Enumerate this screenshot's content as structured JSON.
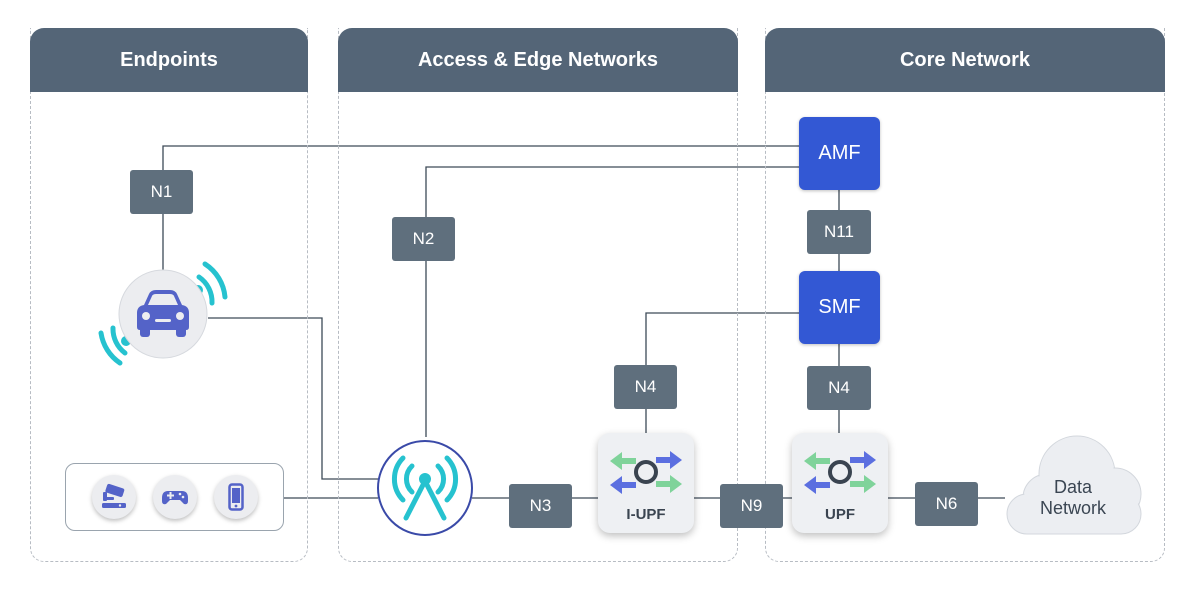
{
  "panels": {
    "endpoints": "Endpoints",
    "access_edge": "Access & Edge Networks",
    "core": "Core Network"
  },
  "interfaces": {
    "n1": "N1",
    "n2": "N2",
    "n3": "N3",
    "n4_edge": "N4",
    "n4_core": "N4",
    "n6": "N6",
    "n9": "N9",
    "n11": "N11"
  },
  "functions": {
    "amf": "AMF",
    "smf": "SMF",
    "iupf": "I-UPF",
    "upf": "UPF"
  },
  "data_network": {
    "line1": "Data",
    "line2": "Network"
  },
  "icons": [
    "car-icon",
    "wireless-signal-icon",
    "security-camera-icon",
    "gamepad-icon",
    "smartphone-icon",
    "antenna-tower-icon",
    "router-arrows-icon",
    "cloud-icon"
  ],
  "colors": {
    "header": "#546577",
    "interface_tag": "#5f6f7d",
    "network_function": "#3358d4",
    "signal": "#26c2cf",
    "device_icon": "#5463c8",
    "arrow_green": "#7fd39a",
    "arrow_blue": "#5b6fe0",
    "wire": "#3d4a57"
  }
}
